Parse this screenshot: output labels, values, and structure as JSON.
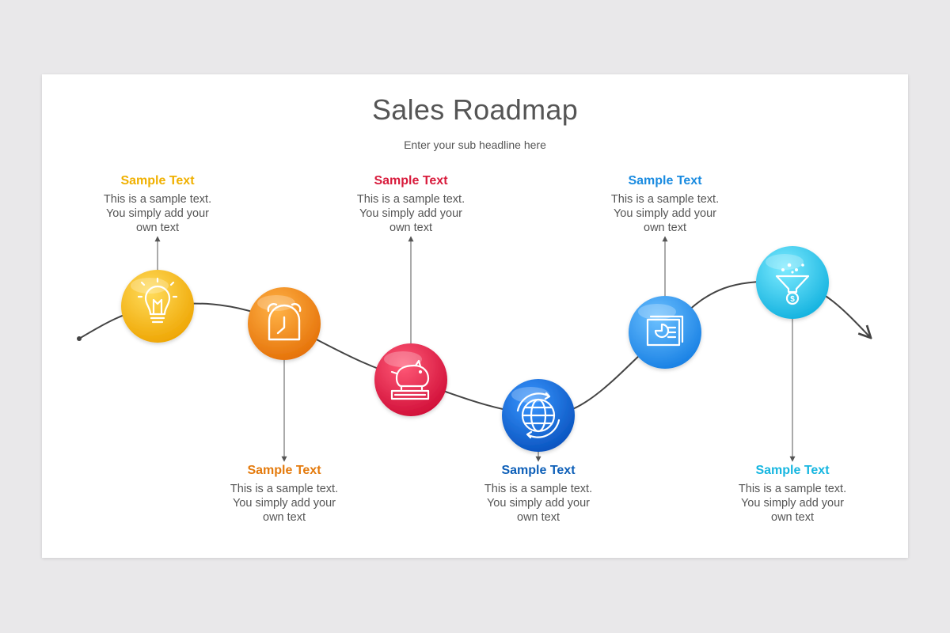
{
  "header": {
    "title": "Sales Roadmap",
    "subtitle": "Enter your sub headline here"
  },
  "steps": [
    {
      "title": "Sample Text",
      "line1": "This is a sample text.",
      "line2": "You simply add your",
      "line3": "own text",
      "color": "#f2b705",
      "gradient": [
        "#ffd54a",
        "#f0a800"
      ],
      "icon": "lightbulb-icon"
    },
    {
      "title": "Sample Text",
      "line1": "This is a sample text.",
      "line2": "You simply add your",
      "line3": "own text",
      "color": "#e47a0c",
      "gradient": [
        "#ffab3d",
        "#e8760a"
      ],
      "icon": "alarm-clock-icon"
    },
    {
      "title": "Sample Text",
      "line1": "This is a sample text.",
      "line2": "You simply add your",
      "line3": "own text",
      "color": "#d81b3c",
      "gradient": [
        "#ff4f6e",
        "#d5103a"
      ],
      "icon": "piggy-bank-icon"
    },
    {
      "title": "Sample Text",
      "line1": "This is a sample text.",
      "line2": "You simply add your",
      "line3": "own text",
      "color": "#0d5fb8",
      "gradient": [
        "#2f8fff",
        "#0a58c5"
      ],
      "icon": "globe-icon"
    },
    {
      "title": "Sample Text",
      "line1": "This is a sample text.",
      "line2": "You simply add your",
      "line3": "own text",
      "color": "#1a8be0",
      "gradient": [
        "#5cb8ff",
        "#1a84e6"
      ],
      "icon": "presentation-icon"
    },
    {
      "title": "Sample Text",
      "line1": "This is a sample text.",
      "line2": "You simply add your",
      "line3": "own text",
      "color": "#16b6e0",
      "gradient": [
        "#6ee6ff",
        "#14b7e2"
      ],
      "icon": "funnel-icon"
    }
  ]
}
